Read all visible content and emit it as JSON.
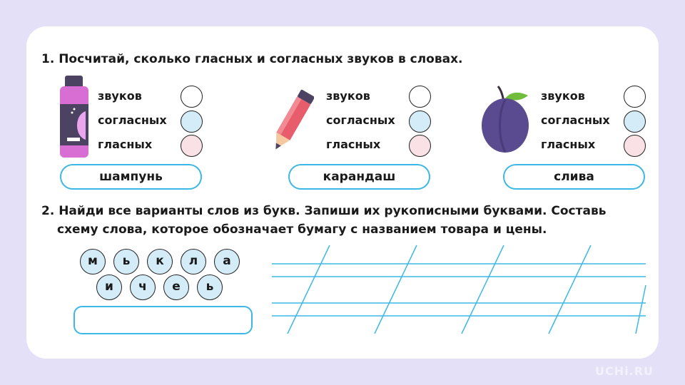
{
  "task1": {
    "text": "1. Посчитай, сколько гласных и согласных звуков в словах.",
    "row_labels": [
      "звуков",
      "согласных",
      "гласных"
    ],
    "words": [
      {
        "word": "шампунь",
        "icon": "shampoo-bottle-icon"
      },
      {
        "word": "карандаш",
        "icon": "pencil-icon"
      },
      {
        "word": "слива",
        "icon": "plum-icon"
      }
    ]
  },
  "task2": {
    "line1": "2. Найди все варианты слов из букв. Запиши их рукописными буквами. Составь",
    "line2": "схему слова, которое обозначает бумагу с названием товара и цены.",
    "letters_row1": [
      "м",
      "ь",
      "к",
      "л",
      "а"
    ],
    "letters_row2": [
      "и",
      "ч",
      "е",
      "ь"
    ]
  },
  "logo": "UCHi.RU",
  "colors": {
    "background": "#e3e0f7",
    "accent": "#3bb8e6",
    "consonant_circle": "#d3ecf7",
    "vowel_circle": "#f9e1e5"
  }
}
